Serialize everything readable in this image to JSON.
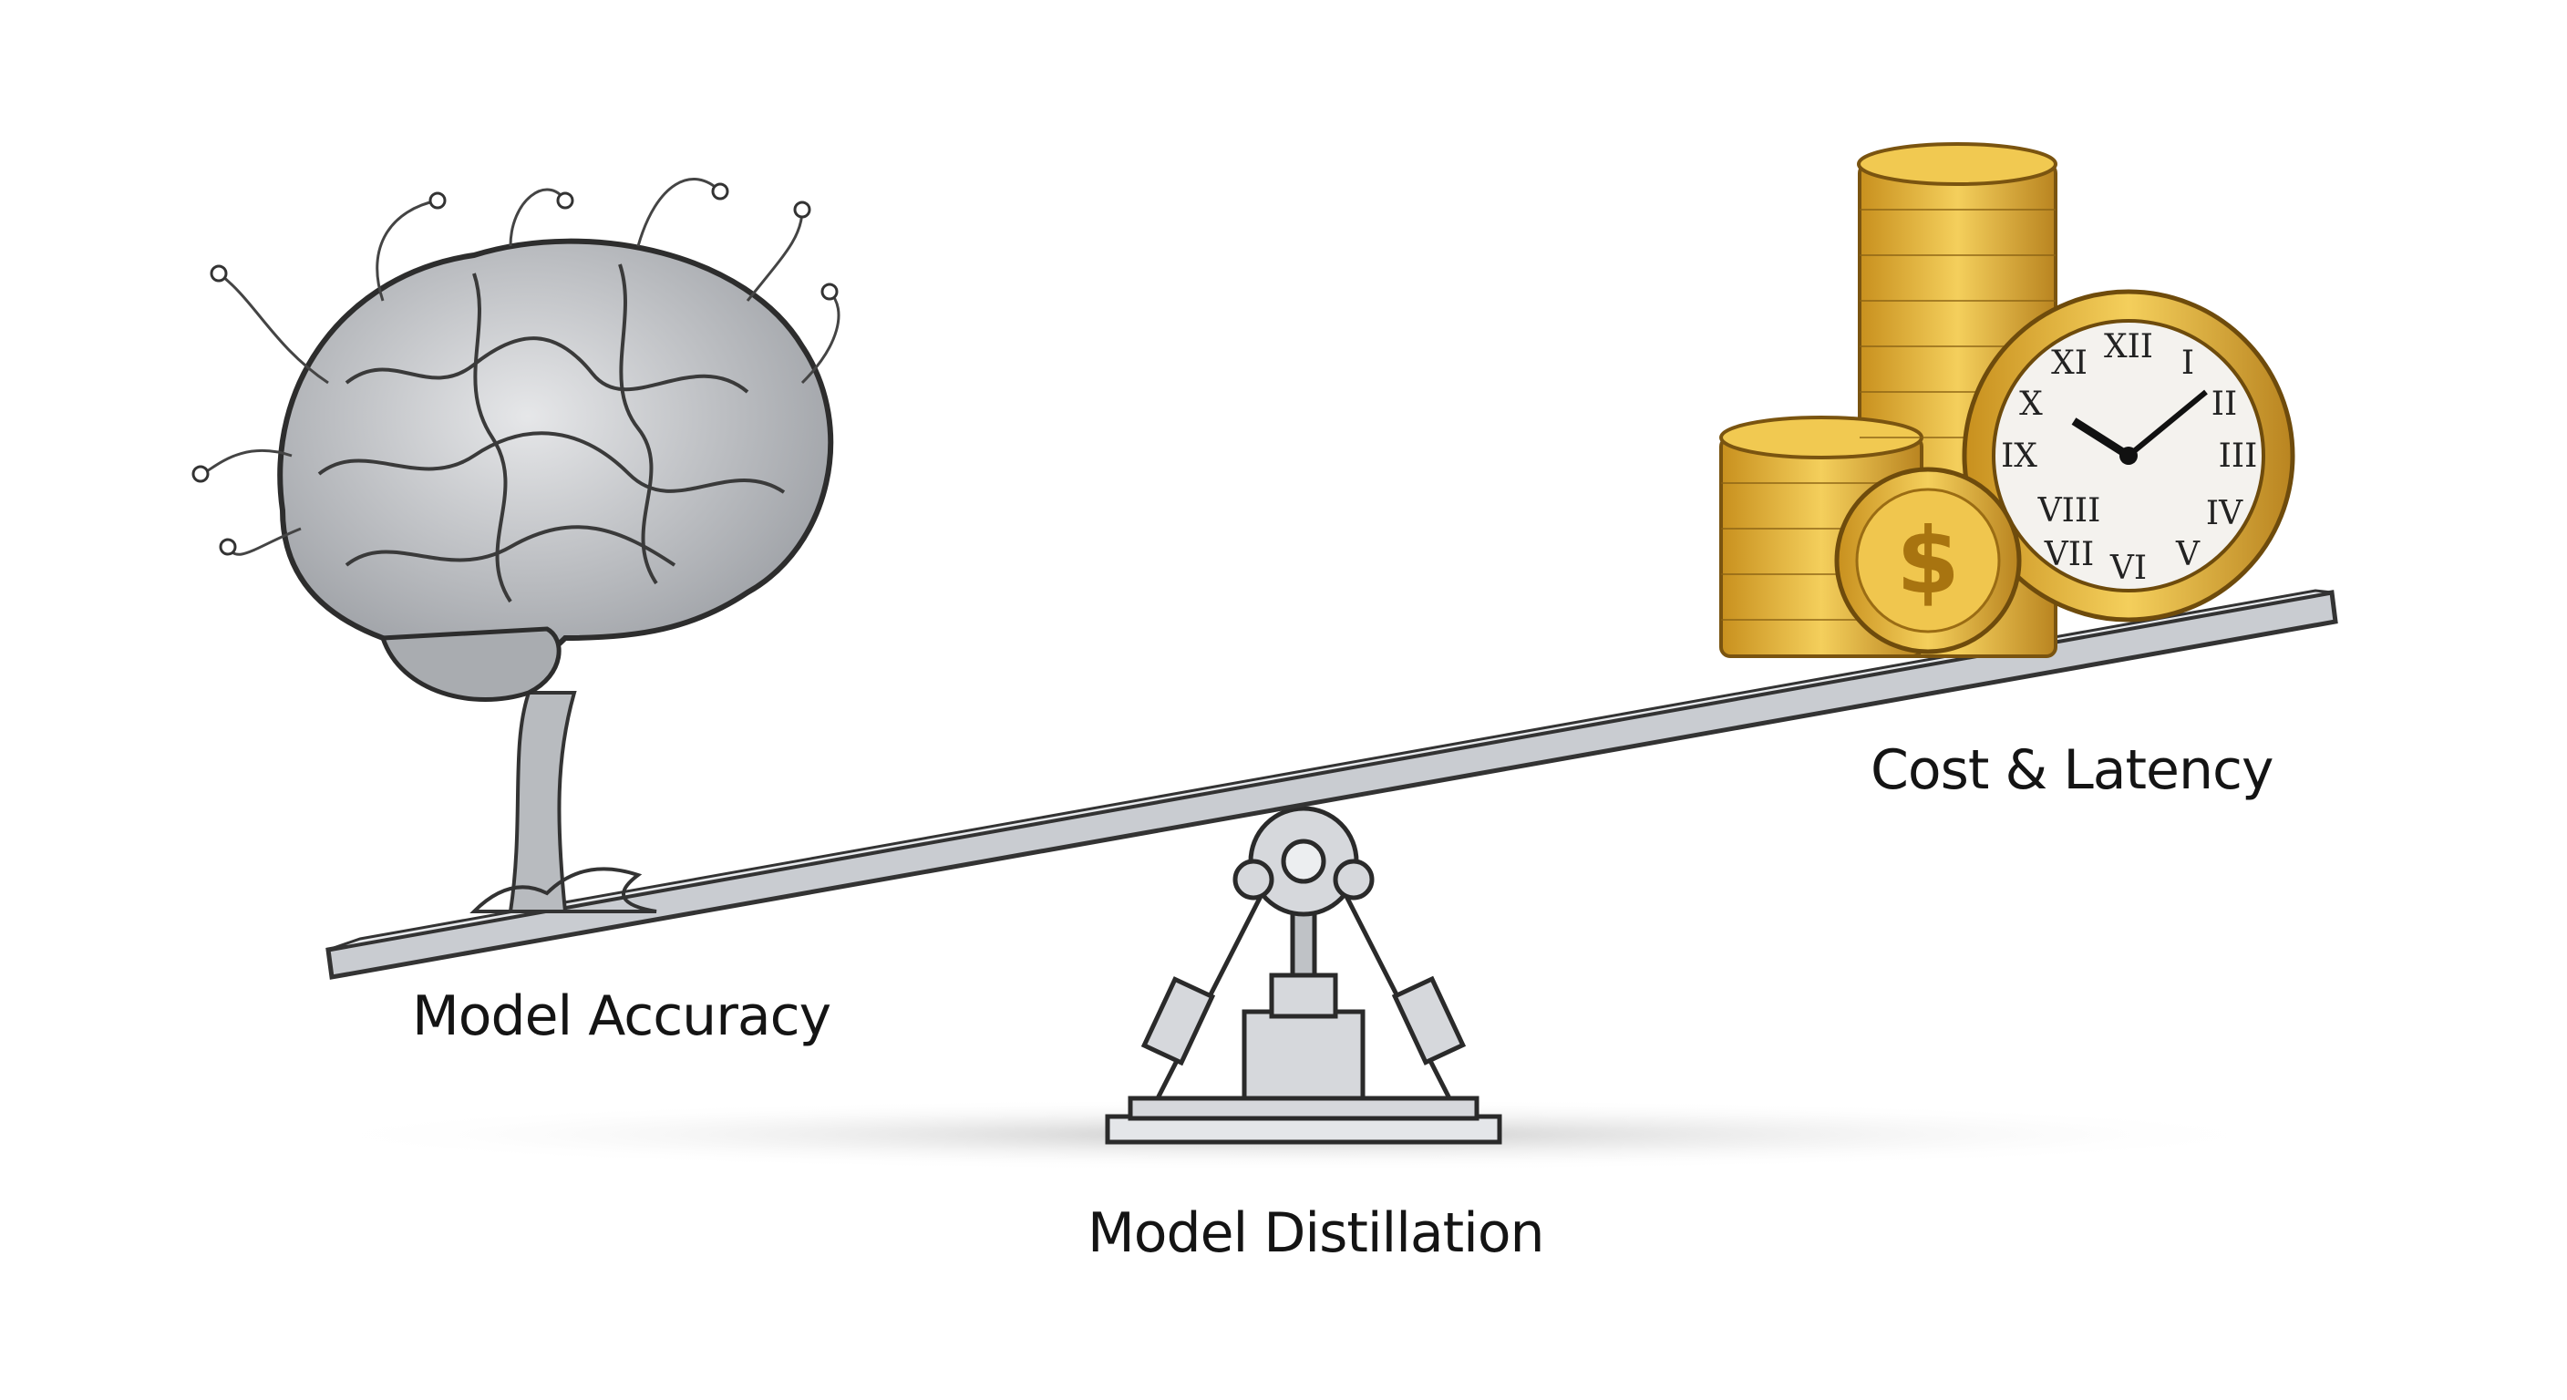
{
  "labels": {
    "left": "Model Accuracy",
    "right": "Cost & Latency",
    "fulcrum": "Model Distillation"
  },
  "coin_symbol": "$",
  "colors": {
    "gold": "#e2b13c",
    "gold_dark": "#b07f1a",
    "steel": "#c9ccd1",
    "brain": "#c4c6ca",
    "ink": "#141414"
  }
}
